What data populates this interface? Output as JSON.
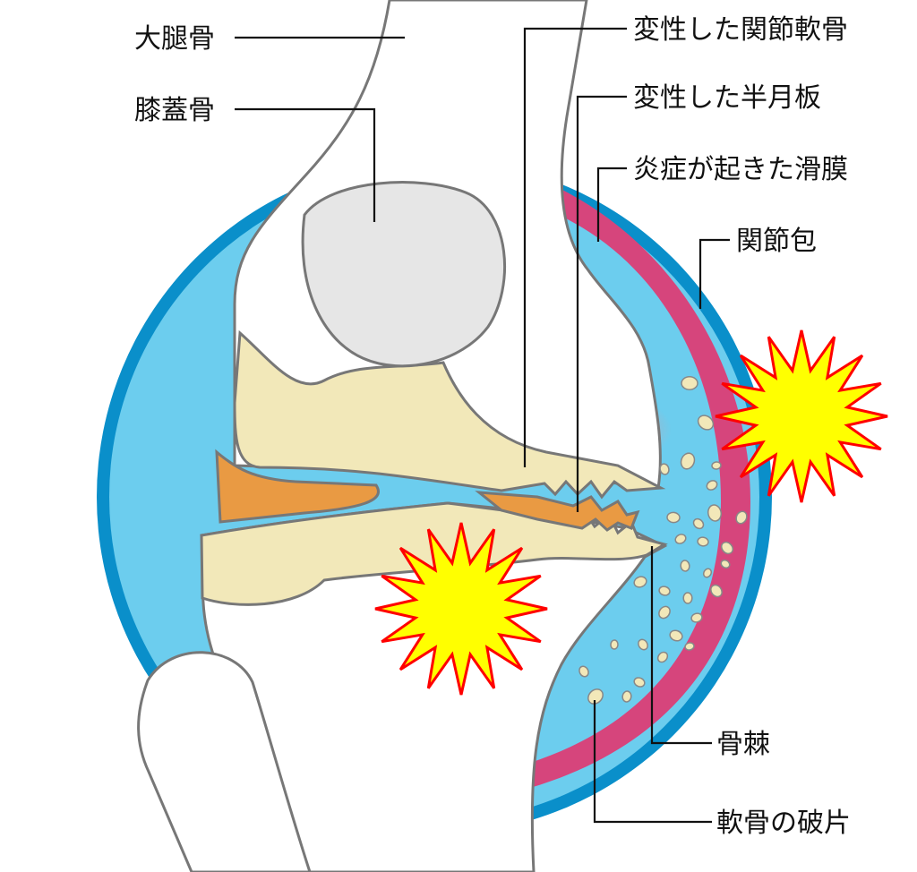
{
  "title": "変形性膝関節症",
  "labels": {
    "femur": "大腿骨",
    "patella": "膝蓋骨",
    "degenerated_cartilage": "変性した関節軟骨",
    "degenerated_meniscus": "変性した半月板",
    "inflamed_synovium": "炎症が起きた滑膜",
    "joint_capsule": "関節包",
    "osteophyte": "骨棘",
    "cartilage_fragments": "軟骨の破片"
  },
  "colors": {
    "capsule": "#0a8fca",
    "synovial_fluid": "#6ccdee",
    "synovium": "#d6457c",
    "bone": "#f2e8b9",
    "meniscus": "#e99a43",
    "patella": "#e6e6e6",
    "pain_star": "#ffff00",
    "pain_outline": "#ff0000"
  }
}
